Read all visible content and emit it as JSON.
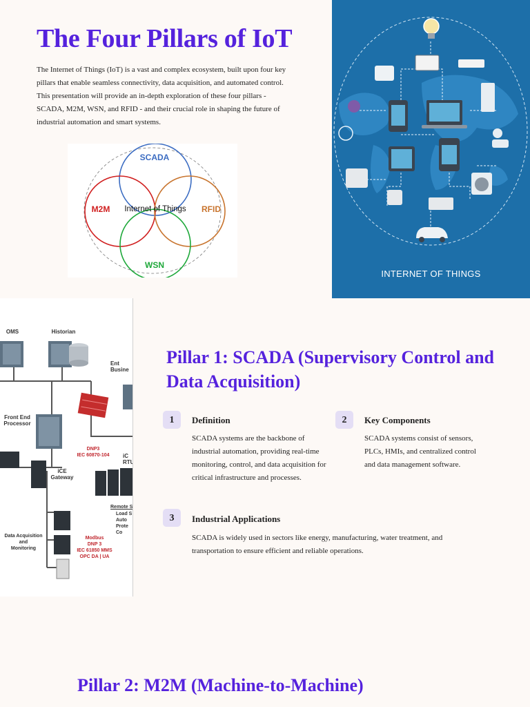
{
  "title": "The Four Pillars of IoT",
  "intro": "The Internet of Things (IoT) is a vast and complex ecosystem, built upon four key pillars that enable seamless connectivity, data acquisition, and automated control. This presentation will provide an in-depth exploration of these four pillars - SCADA, M2M, WSN, and RFID - and their crucial role in shaping the future of industrial automation and smart systems.",
  "venn": {
    "top": "SCADA",
    "left": "M2M",
    "center": "Internet of Things",
    "right": "RFID",
    "bottom": "WSN",
    "colors": {
      "scada": "#3b6cc2",
      "m2m": "#d01f1f",
      "rfid": "#c8742e",
      "wsn": "#1ea83a"
    }
  },
  "iot_image": {
    "label": "INTERNET OF THINGS",
    "background": "#1d6fa9"
  },
  "scada_diagram": {
    "labels": {
      "oms": "OMS",
      "historian": "Historian",
      "enterprise": "Ent\nBusine",
      "front_end": "Front End\nProcessor",
      "dnp3": "DNP3\nIEC 60870-104",
      "gateway": "iCE\nGateway",
      "rtu": "iC\nRTU",
      "remote": "Remote S",
      "load": "Load S\nAuto\nProte\nCo",
      "daq": "Data Acquisition\nand\nMonitoring",
      "modbus": "Modbus\nDNP 3\nIEC 61850 MMS\nOPC DA | UA"
    }
  },
  "pillar1": {
    "heading": "Pillar 1: SCADA (Supervisory Control and Data Acquisition)",
    "cards": [
      {
        "num": "1",
        "title": "Definition",
        "text": "SCADA systems are the backbone of industrial automation, providing real-time monitoring, control, and data acquisition for critical infrastructure and processes."
      },
      {
        "num": "2",
        "title": "Key Components",
        "text": "SCADA systems consist of sensors, PLCs, HMIs, and centralized control and data management software."
      },
      {
        "num": "3",
        "title": "Industrial Applications",
        "text": "SCADA is widely used in sectors like energy, manufacturing, water treatment, and transportation to ensure efficient and reliable operations."
      }
    ]
  },
  "pillar2": {
    "heading": "Pillar 2: M2M (Machine-to-Machine)"
  },
  "colors": {
    "accent": "#5522dd",
    "badge": "#e4def5"
  }
}
